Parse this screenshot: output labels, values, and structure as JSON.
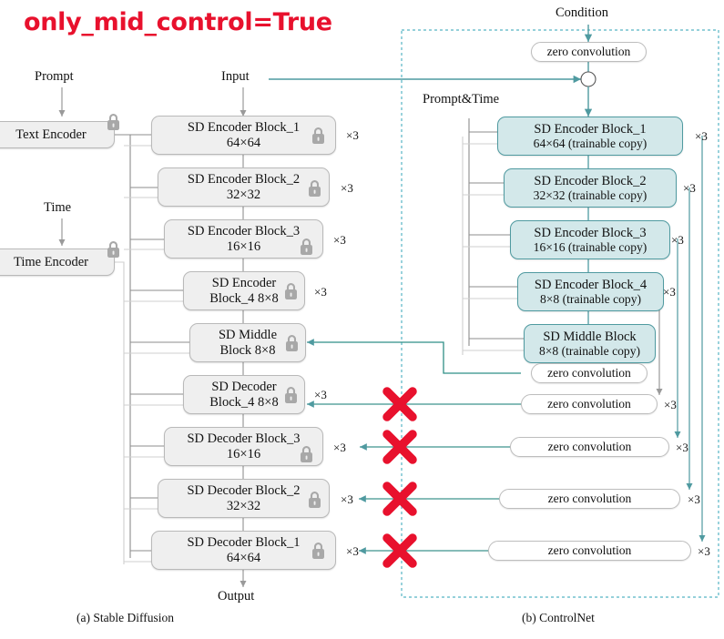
{
  "title": "only_mid_control=True",
  "colors": {
    "title_red": "#e8112d",
    "sd_block_fill": "#efefef",
    "sd_block_border": "#b9b9b9",
    "controlnet_fill": "#d3e8ea",
    "controlnet_border": "#4f9aa0",
    "teal_arrow": "#4f9aa0",
    "gray_arrow": "#9a9a9a",
    "x_mark_red": "#e8112d",
    "dashed_border": "#56b4c4"
  },
  "labels": {
    "prompt": "Prompt",
    "input": "Input",
    "time": "Time",
    "output": "Output",
    "condition": "Condition",
    "prompt_and_time": "Prompt&Time"
  },
  "captions": {
    "left": "(a) Stable Diffusion",
    "right": "(b) ControlNet"
  },
  "repeat_badge": "×3",
  "plus_symbol": "+",
  "sd_side": {
    "encoders_label": "Stable Diffusion",
    "text_encoder": {
      "line1": "Text Encoder",
      "locked": true
    },
    "time_encoder": {
      "line1": "Time Encoder",
      "locked": true
    },
    "blocks": [
      {
        "name": "sd-encoder-block-1",
        "line1": "SD Encoder Block_1",
        "line2": "64×64",
        "repeat": "×3",
        "locked": true
      },
      {
        "name": "sd-encoder-block-2",
        "line1": "SD Encoder Block_2",
        "line2": "32×32",
        "repeat": "×3",
        "locked": true
      },
      {
        "name": "sd-encoder-block-3",
        "line1": "SD Encoder Block_3",
        "line2": "16×16",
        "repeat": "×3",
        "locked": true
      },
      {
        "name": "sd-encoder-block-4",
        "line1": "SD Encoder",
        "line2": "Block_4 8×8",
        "repeat": "×3",
        "locked": true
      },
      {
        "name": "sd-middle-block",
        "line1": "SD Middle",
        "line2": "Block 8×8",
        "repeat": "",
        "locked": true
      },
      {
        "name": "sd-decoder-block-4",
        "line1": "SD Decoder",
        "line2": "Block_4 8×8",
        "repeat": "×3",
        "locked": true
      },
      {
        "name": "sd-decoder-block-3",
        "line1": "SD Decoder Block_3",
        "line2": "16×16",
        "repeat": "×3",
        "locked": true
      },
      {
        "name": "sd-decoder-block-2",
        "line1": "SD Decoder Block_2",
        "line2": "32×32",
        "repeat": "×3",
        "locked": true
      },
      {
        "name": "sd-decoder-block-1",
        "line1": "SD Decoder Block_1",
        "line2": "64×64",
        "repeat": "×3",
        "locked": true
      }
    ]
  },
  "controlnet_side": {
    "top_zero_convolution": "zero convolution",
    "blocks": [
      {
        "name": "cn-encoder-block-1",
        "line1": "SD Encoder Block_1",
        "line2": "64×64 (trainable copy)",
        "repeat": "×3"
      },
      {
        "name": "cn-encoder-block-2",
        "line1": "SD Encoder Block_2",
        "line2": "32×32 (trainable copy)",
        "repeat": "×3"
      },
      {
        "name": "cn-encoder-block-3",
        "line1": "SD Encoder Block_3",
        "line2": "16×16 (trainable copy)",
        "repeat": "×3"
      },
      {
        "name": "cn-encoder-block-4",
        "line1": "SD Encoder Block_4",
        "line2": "8×8 (trainable copy)",
        "repeat": "×3"
      },
      {
        "name": "cn-middle-block",
        "line1": "SD Middle Block",
        "line2": "8×8 (trainable copy)",
        "repeat": ""
      }
    ],
    "middle_zero_convolution": "zero convolution",
    "zero_convolutions": [
      {
        "name": "zero-convolution-1",
        "label": "zero convolution",
        "repeat": "×3"
      },
      {
        "name": "zero-convolution-2",
        "label": "zero convolution",
        "repeat": "×3"
      },
      {
        "name": "zero-convolution-3",
        "label": "zero convolution",
        "repeat": "×3"
      },
      {
        "name": "zero-convolution-4",
        "label": "zero convolution",
        "repeat": "×3"
      }
    ],
    "disabled_marks": 4
  }
}
